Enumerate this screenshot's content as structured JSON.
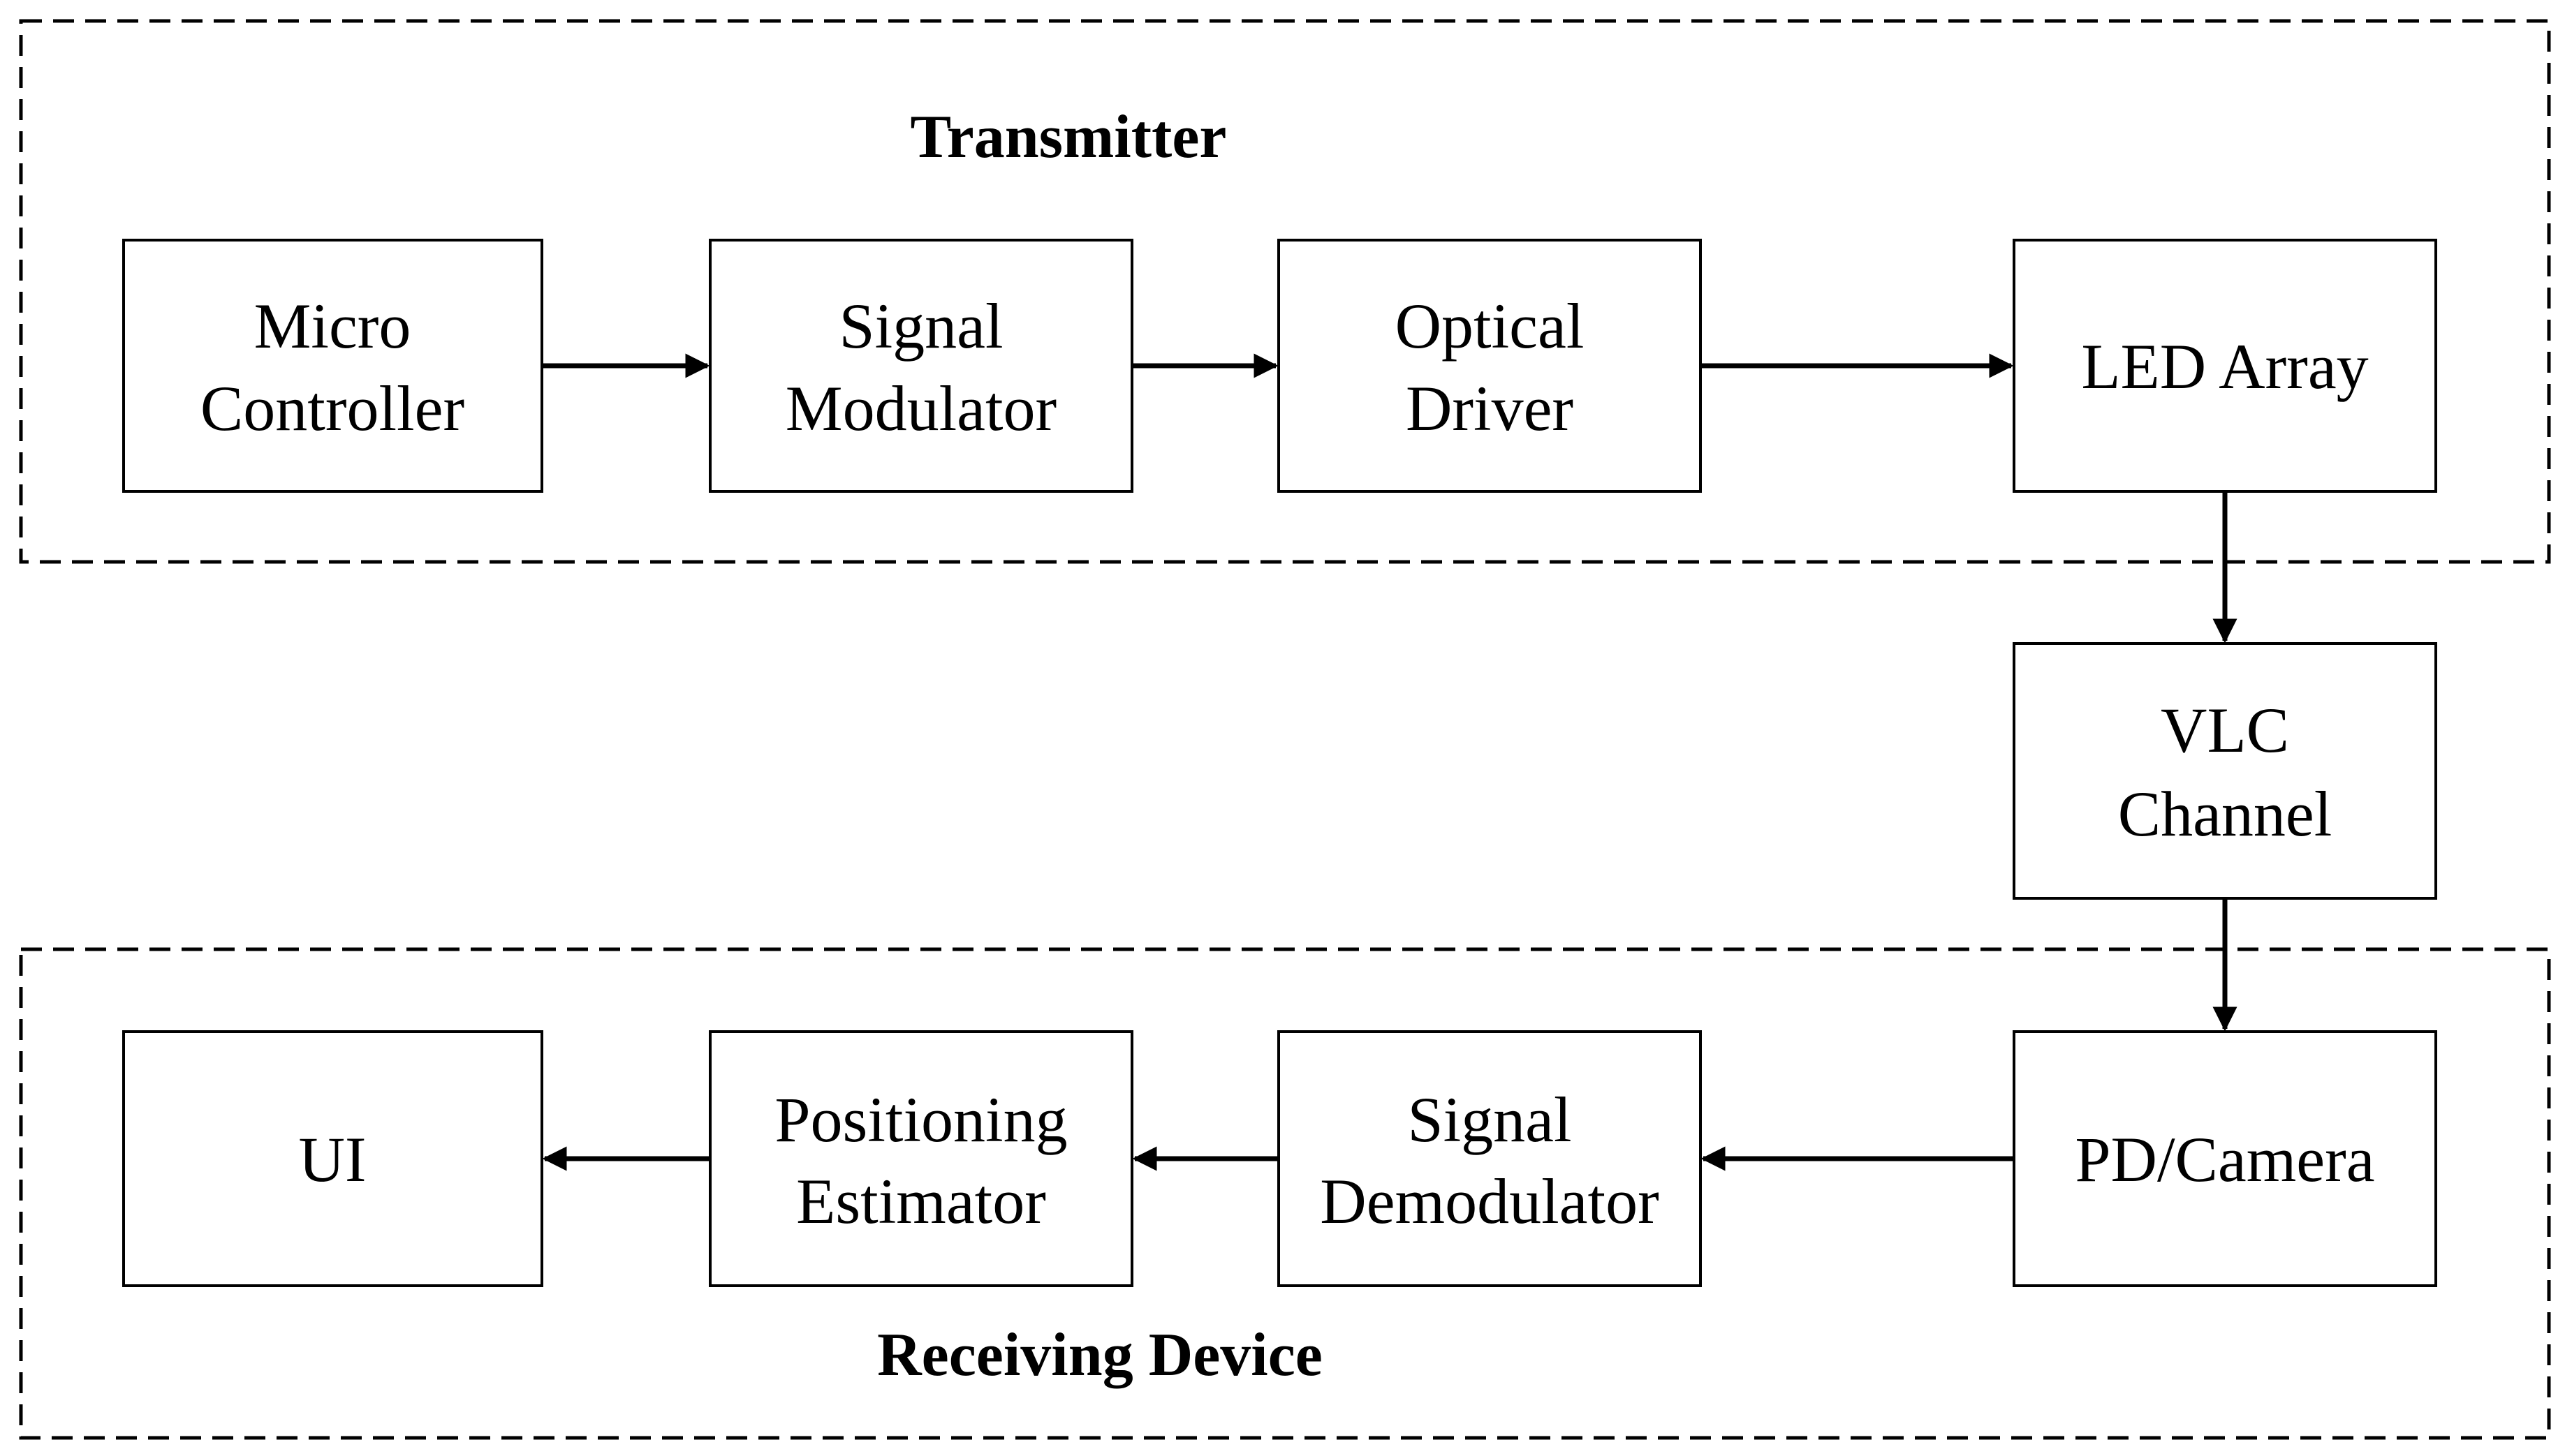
{
  "groups": {
    "transmitter": {
      "label": "Transmitter"
    },
    "receiving_device": {
      "label": "Receiving Device"
    }
  },
  "blocks": {
    "micro_controller": {
      "line1": "Micro",
      "line2": "Controller"
    },
    "signal_modulator": {
      "line1": "Signal",
      "line2": "Modulator"
    },
    "optical_driver": {
      "line1": "Optical",
      "line2": "Driver"
    },
    "led_array": {
      "line1": "LED Array"
    },
    "vlc_channel": {
      "line1": "VLC",
      "line2": "Channel"
    },
    "pd_camera": {
      "line1": "PD/Camera"
    },
    "signal_demodulator": {
      "line1": "Signal",
      "line2": "Demodulator"
    },
    "positioning_estimator": {
      "line1": "Positioning",
      "line2": "Estimator"
    },
    "ui": {
      "line1": "UI"
    }
  }
}
